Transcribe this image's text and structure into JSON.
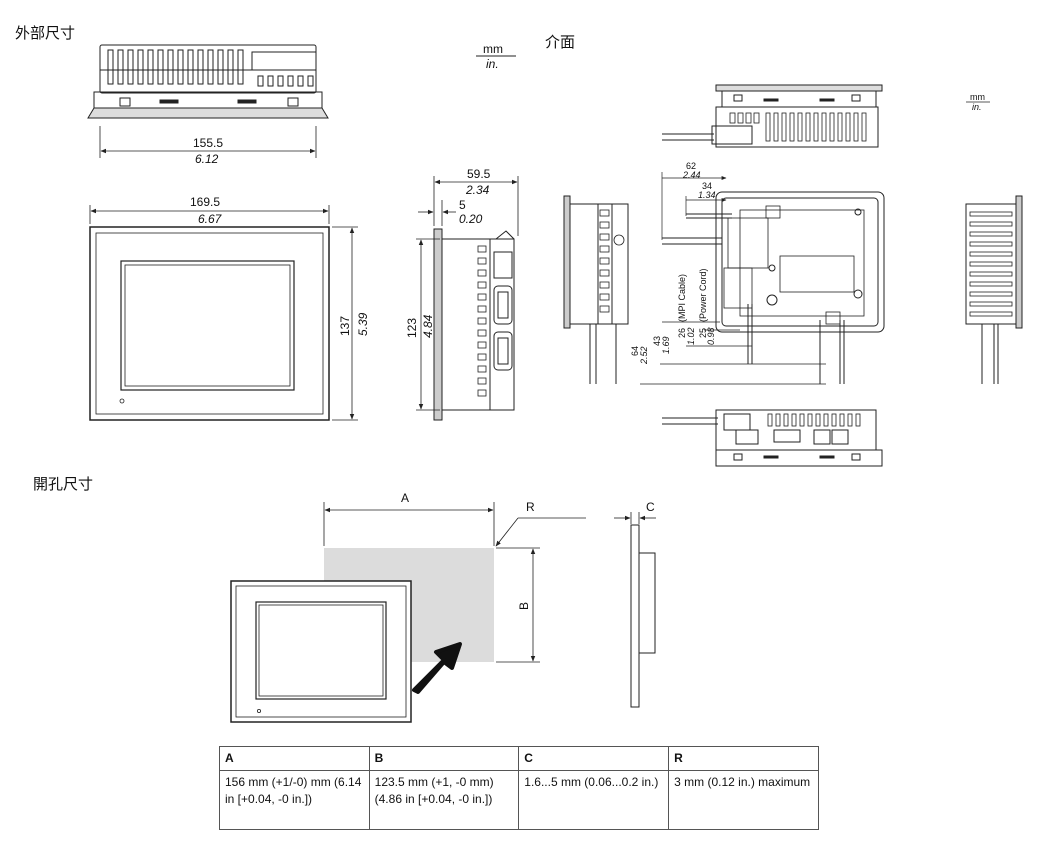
{
  "sections": {
    "external_dimensions": "外部尺寸",
    "interface": "介面",
    "cutout_dimensions": "開孔尺寸"
  },
  "units": {
    "mm": "mm",
    "in": "in."
  },
  "dimensions": {
    "top_width_mm": "155.5",
    "top_width_in": "6.12",
    "front_width_mm": "169.5",
    "front_width_in": "6.67",
    "front_height_mm": "137",
    "front_height_in": "5.39",
    "side_depth_mm": "59.5",
    "side_depth_in": "2.34",
    "side_bezel_mm": "5",
    "side_bezel_in": "0.20",
    "side_height_mm": "123",
    "side_height_in": "4.84"
  },
  "interface_dimensions": {
    "d62_mm": "62",
    "d62_in": "2.44",
    "d34_mm": "34",
    "d34_in": "1.34",
    "d26_mm": "26",
    "d26_in": "1.02",
    "d25_mm": "25",
    "d25_in": "0.98",
    "d43_mm": "43",
    "d43_in": "1.69",
    "d64_mm": "64",
    "d64_in": "2.52",
    "mpi_cable": "(MPI Cable)",
    "power_cord": "(Power Cord)"
  },
  "cutout_labels": {
    "a": "A",
    "b": "B",
    "c": "C",
    "r": "R"
  },
  "table": {
    "headers": [
      "A",
      "B",
      "C",
      "R"
    ],
    "cells": [
      "156 mm (+1/-0) mm (6.14 in [+0.04, -0 in.])",
      "123.5 mm (+1, -0 mm) (4.86 in [+0.04, -0 in.])",
      "1.6...5 mm (0.06...0.2 in.)",
      "3 mm (0.12 in.) maximum"
    ]
  }
}
